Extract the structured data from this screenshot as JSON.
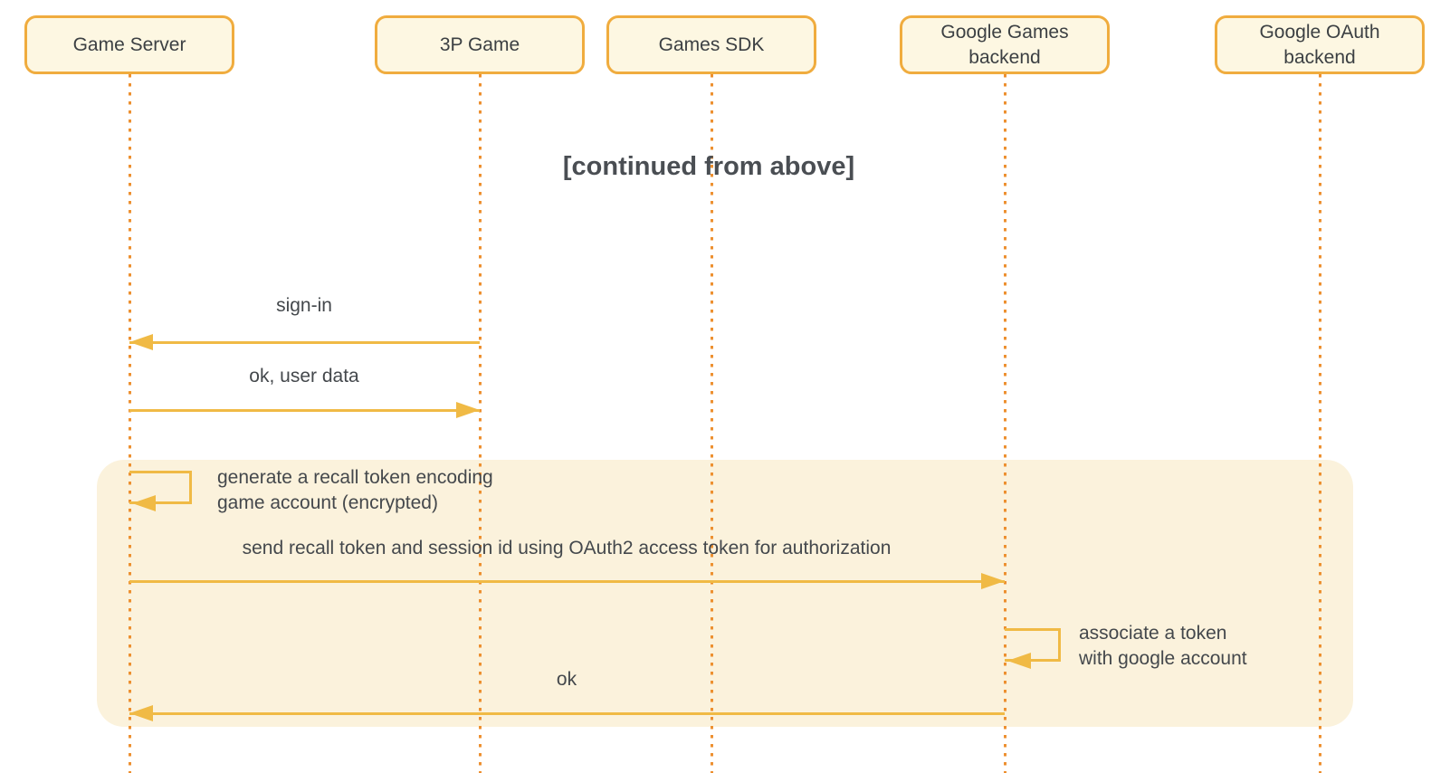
{
  "diagram": {
    "title": "[continued from above]",
    "actors": [
      {
        "id": "game-server",
        "label": "Game Server"
      },
      {
        "id": "3p-game",
        "label": "3P Game"
      },
      {
        "id": "games-sdk",
        "label": "Games SDK"
      },
      {
        "id": "google-games-backend",
        "label": "Google Games backend"
      },
      {
        "id": "google-oauth-backend",
        "label": "Google OAuth backend"
      }
    ],
    "messages": {
      "sign_in": {
        "label": "sign-in",
        "from": "3P Game",
        "to": "Game Server",
        "type": "arrow-left"
      },
      "ok_user_data": {
        "label": "ok, user data",
        "from": "Game Server",
        "to": "3P Game",
        "type": "arrow-right"
      },
      "generate_token": {
        "line1": "generate a recall token encoding",
        "line2": "game account (encrypted)",
        "actor": "Game Server",
        "type": "self"
      },
      "send_recall_token": {
        "label": "send recall token and session id using OAuth2 access token for authorization",
        "from": "Game Server",
        "to": "Google Games backend",
        "type": "arrow-right"
      },
      "associate_token": {
        "line1": "associate a token",
        "line2": "with google account",
        "actor": "Google Games backend",
        "type": "self"
      },
      "ok": {
        "label": "ok",
        "from": "Google Games backend",
        "to": "Game Server",
        "type": "arrow-left"
      }
    },
    "colors": {
      "actor_fill": "#FDF7E2",
      "actor_border": "#F0AC3E",
      "lifeline_dot": "#ED9030",
      "arrow": "#F0BA45",
      "highlight_fill": "#FBF2DC",
      "text": "#3C4043"
    }
  }
}
